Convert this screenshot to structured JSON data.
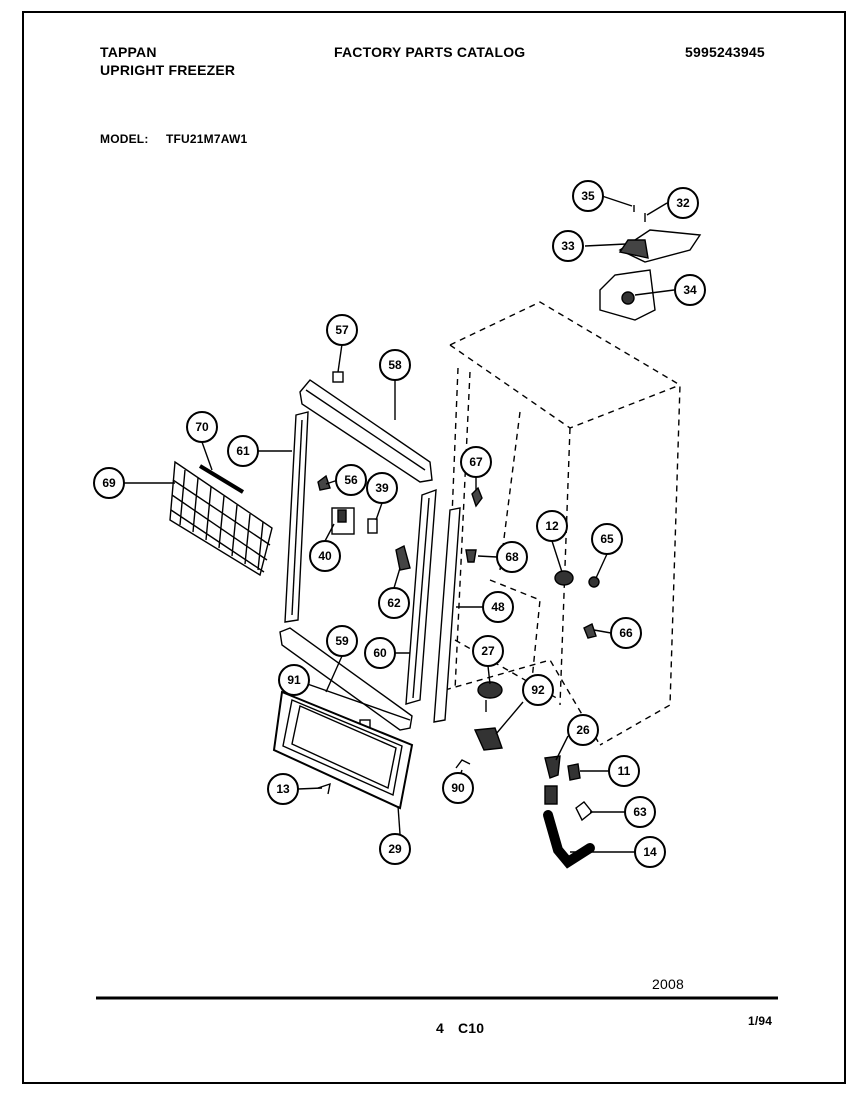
{
  "header": {
    "brand": "TAPPAN",
    "product": "UPRIGHT FREEZER",
    "catalog": "FACTORY PARTS CATALOG",
    "doc_number": "5995243945",
    "model_label": "MODEL:",
    "model_value": "TFU21M7AW1"
  },
  "footer": {
    "code": "2008",
    "page": "4",
    "section": "C10",
    "date": "1/94"
  },
  "callouts": [
    "35",
    "32",
    "33",
    "34",
    "57",
    "58",
    "70",
    "61",
    "69",
    "56",
    "39",
    "40",
    "67",
    "62",
    "68",
    "12",
    "65",
    "48",
    "66",
    "59",
    "60",
    "27",
    "92",
    "26",
    "11",
    "63",
    "14",
    "13",
    "90",
    "29",
    "91"
  ]
}
